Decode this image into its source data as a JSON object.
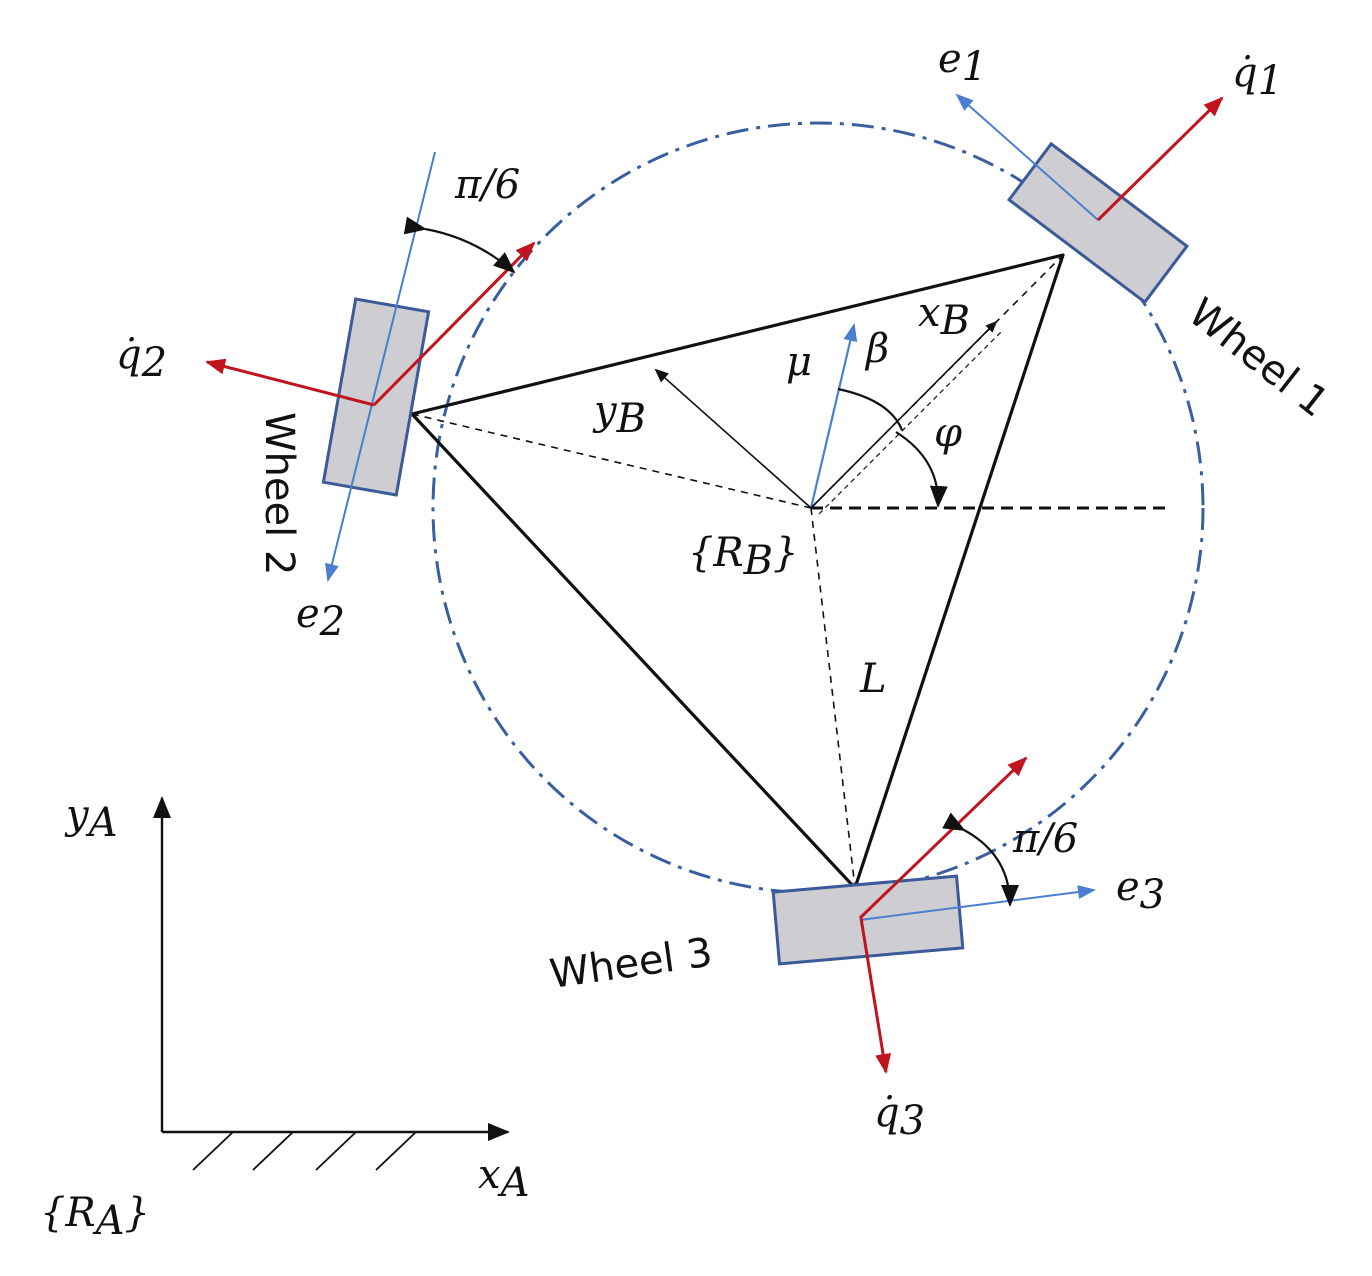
{
  "labels": {
    "e1": "e",
    "e1_sub": "1",
    "q1": "q̇",
    "q1_sub": "1",
    "e2": "e",
    "e2_sub": "2",
    "q2": "q̇",
    "q2_sub": "2",
    "e3": "e",
    "e3_sub": "3",
    "q3": "q̇",
    "q3_sub": "3",
    "xB": "x",
    "xB_sub": "B",
    "yB": "y",
    "yB_sub": "B",
    "mu": "μ",
    "beta": "β",
    "phi": "φ",
    "RB": "{R",
    "RB_sub": "B",
    "RB_close": "}",
    "L": "L",
    "pi6_top": "π/6",
    "pi6_bottom": "π/6",
    "yA": "y",
    "yA_sub": "A",
    "xA": "x",
    "xA_sub": "A",
    "RA": "{R",
    "RA_sub": "A",
    "RA_close": "}",
    "wheel1": "Wheel 1",
    "wheel2": "Wheel 2",
    "wheel3": "Wheel 3"
  },
  "colors": {
    "line": "#111111",
    "circle": "#3a5f9f",
    "blue_axis": "#4a7fd0",
    "red_axis": "#c0141e",
    "wheel_fill": "#cdcdd2",
    "wheel_stroke": "#3b5a99"
  }
}
